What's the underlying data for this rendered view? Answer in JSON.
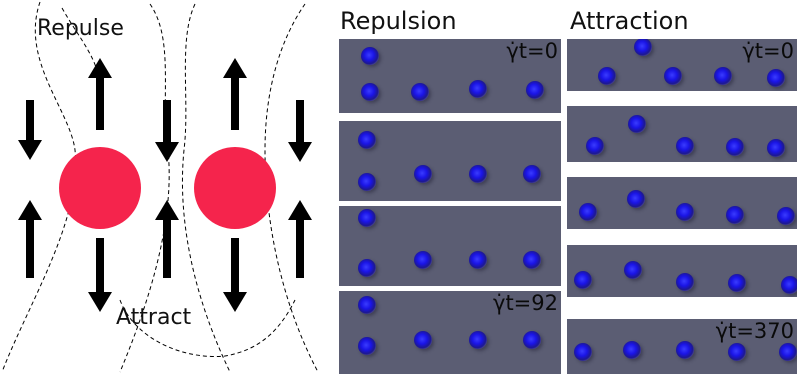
{
  "diagram": {
    "repulse_label": "Repulse",
    "attract_label": "Attract",
    "particle_color": "#f5244c",
    "arrow_color": "#000000"
  },
  "columns": [
    {
      "title": "Repulsion",
      "panels": [
        {
          "stamp": "γ̇t=0"
        },
        {
          "stamp": ""
        },
        {
          "stamp": ""
        },
        {
          "stamp": "γ̇t=92"
        }
      ]
    },
    {
      "title": "Attraction",
      "panels": [
        {
          "stamp": "γ̇t=0"
        },
        {
          "stamp": ""
        },
        {
          "stamp": ""
        },
        {
          "stamp": ""
        },
        {
          "stamp": "γ̇t=370"
        }
      ]
    }
  ],
  "colors": {
    "panel_background": "#5b5d73",
    "sphere": "#1a14e6"
  }
}
